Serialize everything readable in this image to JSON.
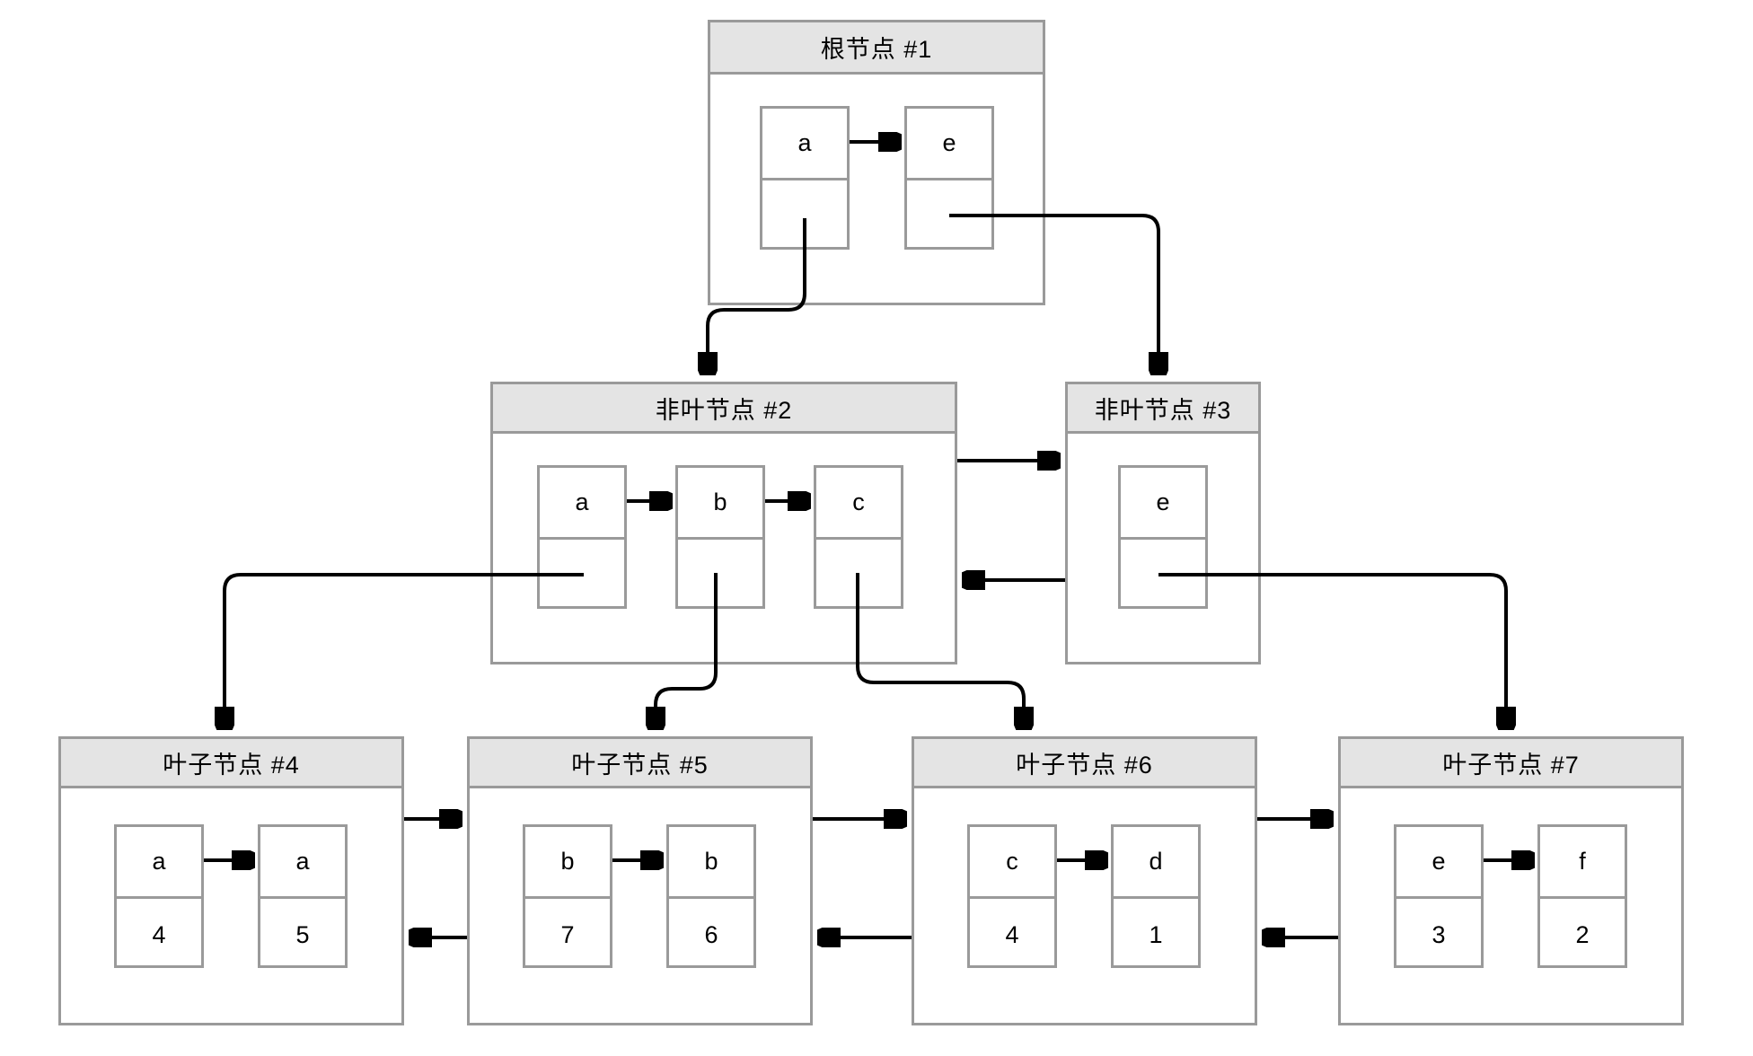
{
  "diagram": {
    "description": "B+ tree structure diagram",
    "colors": {
      "background": "#ffffff",
      "box_border": "#9a9a9a",
      "title_fill": "#e4e4e4",
      "arrow": "#000000",
      "text": "#000000"
    },
    "nodes": [
      {
        "id": "root-1",
        "title": "根节点 #1",
        "cells": [
          {
            "key": "a",
            "value": ""
          },
          {
            "key": "e",
            "value": ""
          }
        ]
      },
      {
        "id": "internal-2",
        "title": "非叶节点 #2",
        "cells": [
          {
            "key": "a",
            "value": ""
          },
          {
            "key": "b",
            "value": ""
          },
          {
            "key": "c",
            "value": ""
          }
        ]
      },
      {
        "id": "internal-3",
        "title": "非叶节点 #3",
        "cells": [
          {
            "key": "e",
            "value": ""
          }
        ]
      },
      {
        "id": "leaf-4",
        "title": "叶子节点 #4",
        "cells": [
          {
            "key": "a",
            "value": "4"
          },
          {
            "key": "a",
            "value": "5"
          }
        ]
      },
      {
        "id": "leaf-5",
        "title": "叶子节点 #5",
        "cells": [
          {
            "key": "b",
            "value": "7"
          },
          {
            "key": "b",
            "value": "6"
          }
        ]
      },
      {
        "id": "leaf-6",
        "title": "叶子节点 #6",
        "cells": [
          {
            "key": "c",
            "value": "4"
          },
          {
            "key": "d",
            "value": "1"
          }
        ]
      },
      {
        "id": "leaf-7",
        "title": "叶子节点 #7",
        "cells": [
          {
            "key": "e",
            "value": "3"
          },
          {
            "key": "f",
            "value": "2"
          }
        ]
      }
    ],
    "links": [
      {
        "from": "root-1.a",
        "to": "internal-2",
        "kind": "child-pointer"
      },
      {
        "from": "root-1.e",
        "to": "internal-3",
        "kind": "child-pointer"
      },
      {
        "from": "internal-2.a",
        "to": "leaf-4",
        "kind": "child-pointer"
      },
      {
        "from": "internal-2.b",
        "to": "leaf-5",
        "kind": "child-pointer"
      },
      {
        "from": "internal-2.c",
        "to": "leaf-6",
        "kind": "child-pointer"
      },
      {
        "from": "internal-3.e",
        "to": "leaf-7",
        "kind": "child-pointer"
      },
      {
        "from": "internal-2",
        "to": "internal-3",
        "kind": "sibling-next"
      },
      {
        "from": "internal-3",
        "to": "internal-2",
        "kind": "sibling-prev"
      },
      {
        "from": "leaf-4",
        "to": "leaf-5",
        "kind": "sibling-next"
      },
      {
        "from": "leaf-5",
        "to": "leaf-4",
        "kind": "sibling-prev"
      },
      {
        "from": "leaf-5",
        "to": "leaf-6",
        "kind": "sibling-next"
      },
      {
        "from": "leaf-6",
        "to": "leaf-5",
        "kind": "sibling-prev"
      },
      {
        "from": "leaf-6",
        "to": "leaf-7",
        "kind": "sibling-next"
      },
      {
        "from": "leaf-7",
        "to": "leaf-6",
        "kind": "sibling-prev"
      },
      {
        "from": "root-1.a",
        "to": "root-1.e",
        "kind": "key-order-arrow"
      },
      {
        "from": "internal-2.a",
        "to": "internal-2.b",
        "kind": "key-order-arrow"
      },
      {
        "from": "internal-2.b",
        "to": "internal-2.c",
        "kind": "key-order-arrow"
      },
      {
        "from": "leaf-4.cell1",
        "to": "leaf-4.cell2",
        "kind": "key-order-arrow"
      },
      {
        "from": "leaf-5.cell1",
        "to": "leaf-5.cell2",
        "kind": "key-order-arrow"
      },
      {
        "from": "leaf-6.cell1",
        "to": "leaf-6.cell2",
        "kind": "key-order-arrow"
      },
      {
        "from": "leaf-7.cell1",
        "to": "leaf-7.cell2",
        "kind": "key-order-arrow"
      }
    ]
  }
}
